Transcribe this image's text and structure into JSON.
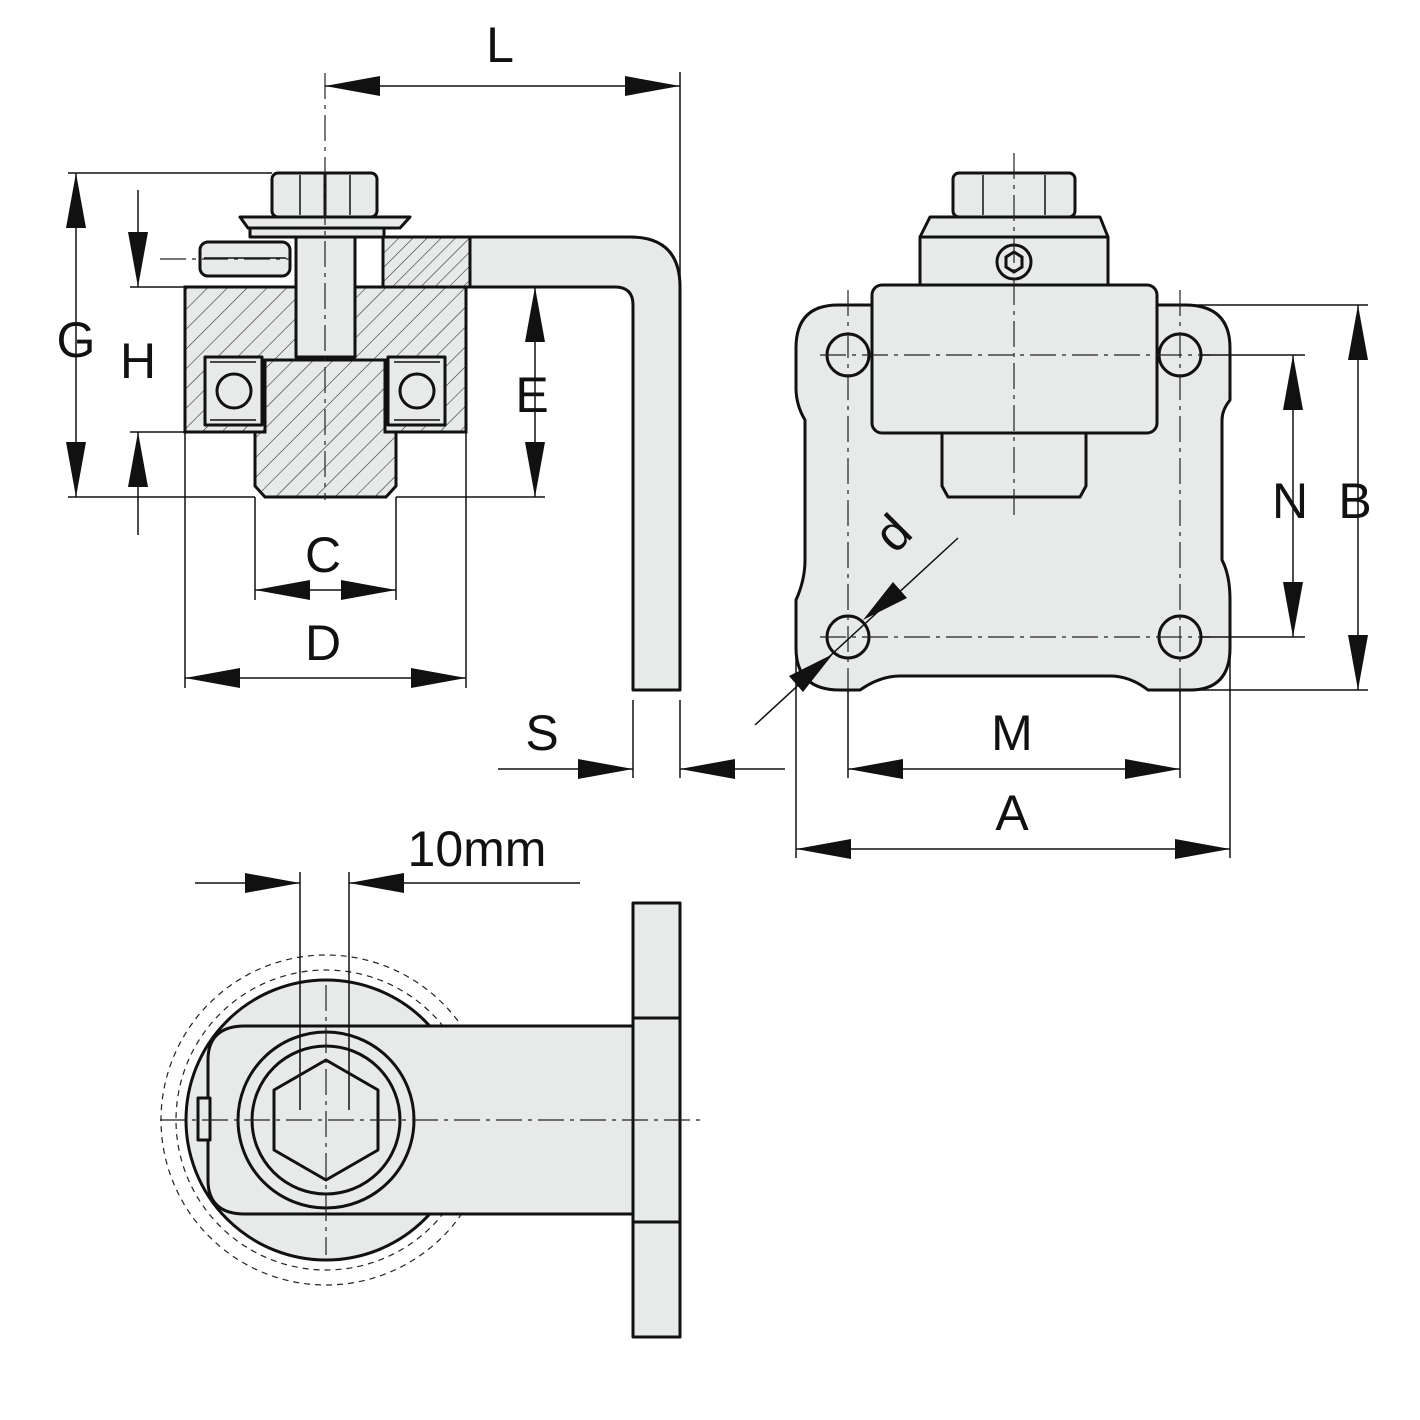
{
  "labels": {
    "L": "L",
    "G": "G",
    "H": "H",
    "E": "E",
    "C": "C",
    "D": "D",
    "S": "S",
    "N": "N",
    "B": "B",
    "M": "M",
    "A": "A",
    "d": "d",
    "ten_mm": "10mm"
  }
}
